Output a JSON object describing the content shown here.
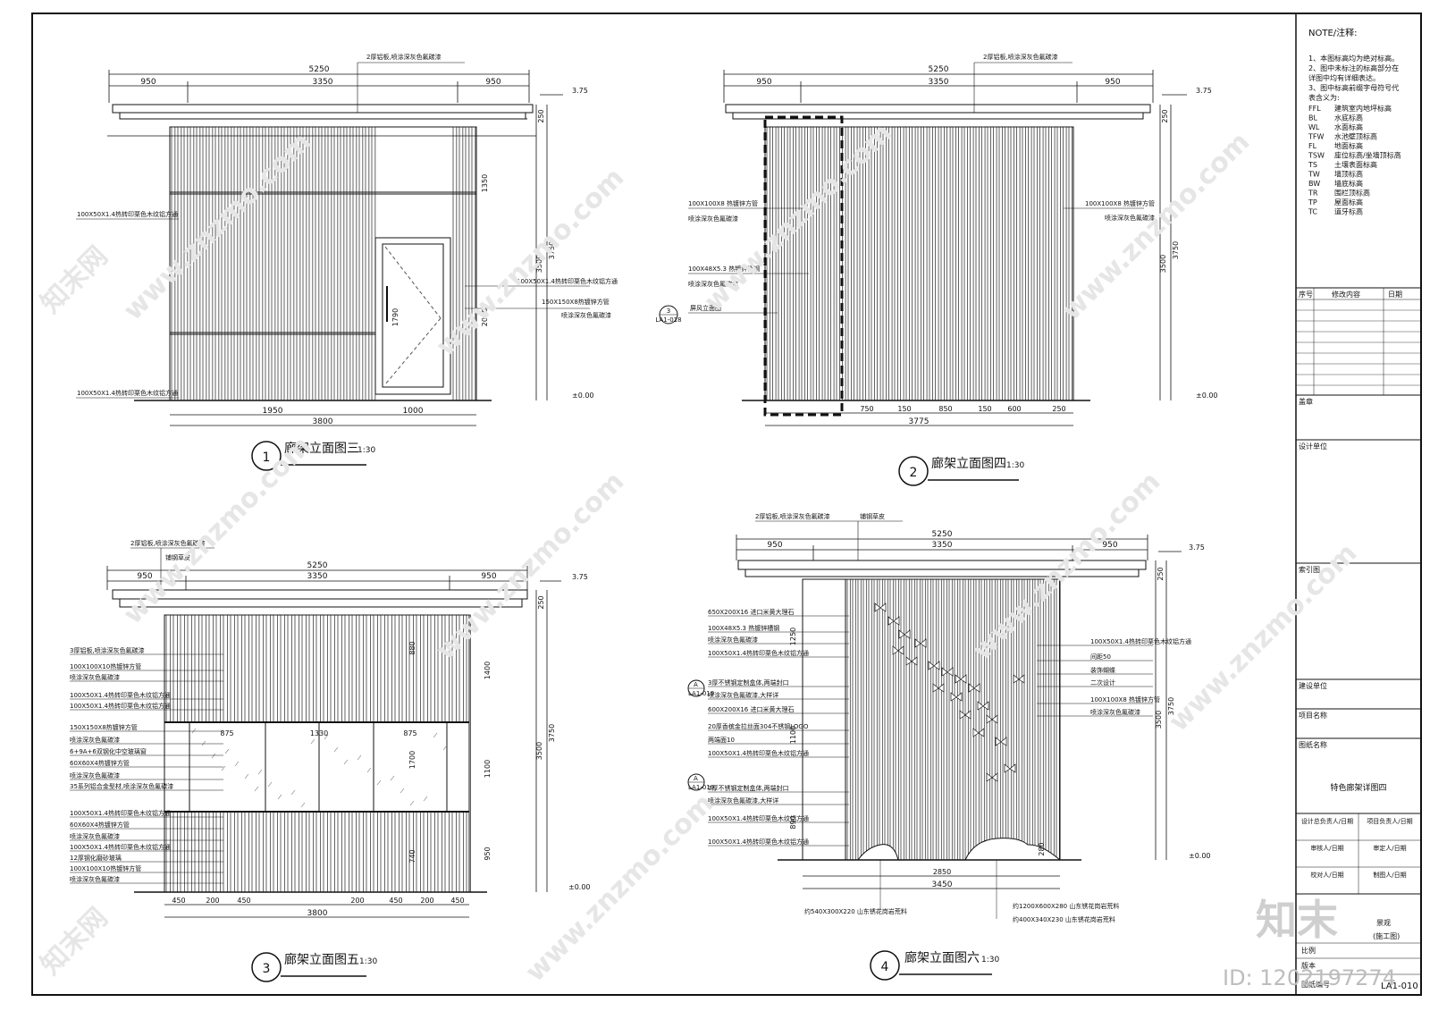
{
  "notes": {
    "heading": "NOTE/注释:",
    "lines": [
      "1、本图标高均为绝对标高。",
      "2、图中未标注的标高部分在",
      "详图中均有详细表达。",
      "3、图中标高前缀字母符号代",
      "表含义为:"
    ],
    "abbreviations": [
      {
        "code": "FFL",
        "desc": "建筑室内地坪标高"
      },
      {
        "code": "BL",
        "desc": "水底标高"
      },
      {
        "code": "WL",
        "desc": "水面标高"
      },
      {
        "code": "TFW",
        "desc": "水池壁顶标高"
      },
      {
        "code": "FL",
        "desc": "地面标高"
      },
      {
        "code": "TSW",
        "desc": "座位标高/坐墙顶标高"
      },
      {
        "code": "TS",
        "desc": "土壤表面标高"
      },
      {
        "code": "TW",
        "desc": "墙顶标高"
      },
      {
        "code": "BW",
        "desc": "墙底标高"
      },
      {
        "code": "TR",
        "desc": "围栏顶标高"
      },
      {
        "code": "TP",
        "desc": "屋面标高"
      },
      {
        "code": "TC",
        "desc": "道牙标高"
      }
    ]
  },
  "titleblock": {
    "rev_no": "序号",
    "rev_content": "修改内容",
    "rev_date": "日期",
    "seal": "盖章",
    "design_unit": "设计单位",
    "key_plan": "索引图",
    "client": "建设单位",
    "project": "项目名称",
    "drawing_name": "图纸名称",
    "drawing_title": "特色廊架详图四",
    "design_director": "设计总负责人/日期",
    "project_leader": "项目负责人/日期",
    "reviewer": "审核人/日期",
    "checker": "审定人/日期",
    "verifier": "校对人/日期",
    "designer": "制图人/日期",
    "discipline": "景观",
    "stage": "(施工图)",
    "scale_label": "比例",
    "version_label": "版本",
    "drawing_no_label": "图纸编号",
    "drawing_no": "LA1-010"
  },
  "views": [
    {
      "number": "1",
      "title": "廊架立面图三",
      "scale": "1:30",
      "dims_top": [
        "5250",
        "950",
        "3350",
        "950"
      ],
      "dims_bottom": [
        "1950",
        "1000",
        "3800"
      ],
      "dims_side": [
        "250",
        "3750",
        "3500",
        "1350",
        "2050",
        "1790"
      ],
      "labels": [
        "2厚铝板,喷涂深灰色氟碳漆",
        "100X50X1.4热转印栗色木纹铝方通",
        "100X50X1.4热转印栗色木纹铝方通",
        "150X150X8热镀锌方管",
        "喷涂深灰色氟碳漆",
        "100X50X1.4热转印栗色木纹铝方通"
      ],
      "levels": [
        "3.75",
        "±0.00"
      ]
    },
    {
      "number": "2",
      "title": "廊架立面图四",
      "scale": "1:30",
      "dims_top": [
        "5250",
        "950",
        "3350",
        "950"
      ],
      "dims_bottom": [
        "750",
        "150",
        "850",
        "150",
        "600",
        "250",
        "3775"
      ],
      "dims_side": [
        "250",
        "3750",
        "3500"
      ],
      "labels": [
        "2厚铝板,喷涂深灰色氟碳漆",
        "100X100X8 热镀锌方管",
        "喷涂深灰色氟碳漆",
        "100X48X5.3 热镀锌槽钢",
        "喷涂深灰色氟碳漆",
        "屏风立面图",
        "100X100X8 热镀锌方管",
        "喷涂深灰色氟碳漆"
      ],
      "levels": [
        "3.75",
        "±0.00"
      ],
      "callout": {
        "num": "3",
        "sheet": "LA1-018"
      }
    },
    {
      "number": "3",
      "title": "廊架立面图五",
      "scale": "1:30",
      "dims_top": [
        "5250",
        "950",
        "3350",
        "950"
      ],
      "dims_bottom": [
        "450",
        "200",
        "450",
        "200",
        "450",
        "200",
        "450",
        "3800"
      ],
      "dims_side": [
        "250",
        "3750",
        "3500",
        "1400",
        "1100",
        "950",
        "875",
        "1330",
        "875",
        "1700",
        "740",
        "880"
      ],
      "labels": [
        "2厚铝板,喷涂深灰色氟碳漆",
        "铺钢草皮",
        "3厚铝板,喷涂深灰色氟碳漆",
        "100X100X10热镀锌方管",
        "喷涂深灰色氟碳漆",
        "100X50X1.4热转印栗色木纹铝方通",
        "100X50X1.4热转印栗色木纹铝方通",
        "150X150X8热镀锌方管",
        "喷涂深灰色氟碳漆",
        "6+9A+6双钢化中空玻璃窗",
        "60X60X4热镀锌方管",
        "喷涂深灰色氟碳漆",
        "35系列铝合金型材,喷涂深灰色氟碳漆",
        "100X50X1.4热转印栗色木纹铝方通",
        "60X60X4热镀锌方管",
        "喷涂深灰色氟碳漆",
        "100X50X1.4热转印栗色木纹铝方通",
        "12厚钢化磨砂玻璃",
        "100X100X10热镀锌方管",
        "喷涂深灰色氟碳漆"
      ],
      "levels": [
        "3.75",
        "±0.00"
      ]
    },
    {
      "number": "4",
      "title": "廊架立面图六",
      "scale": "1:30",
      "dims_top": [
        "5250",
        "950",
        "3350",
        "950"
      ],
      "dims_bottom": [
        "2850",
        "3450"
      ],
      "dims_side": [
        "250",
        "3750",
        "3500",
        "1250",
        "1100",
        "890",
        "280"
      ],
      "labels": [
        "2厚铝板,喷涂深灰色氟碳漆",
        "铺钢草皮",
        "650X200X16 进口米黄大理石",
        "100X48X5.3 热镀锌槽钢",
        "喷涂深灰色氟碳漆",
        "100X50X1.4热转印栗色木纹铝方通",
        "3厚不锈钢定制盒体,两端封口",
        "喷涂深灰色氟碳漆,大样详",
        "600X200X16 进口米黄大理石",
        "20厚香槟金拉丝面304不锈钢LOGO",
        "两端面10",
        "100X50X1.4热转印栗色木纹铝方通",
        "3厚不锈钢定制盒体,两端封口",
        "喷涂深灰色氟碳漆,大样详",
        "100X50X1.4热转印栗色木纹铝方通",
        "100X50X1.4热转印栗色木纹铝方通",
        "100X50X1.4热转印栗色木纹铝方通",
        "间距50",
        "装饰蝴蝶",
        "二次设计",
        "100X100X8 热镀锌方管",
        "喷涂深灰色氟碳漆",
        "约540X300X220 山东锈花岗岩荒料",
        "约1200X600X280 山东锈花岗岩荒料",
        "约400X340X230 山东锈花岗岩荒料"
      ],
      "levels": [
        "3.75",
        "±0.00"
      ],
      "callouts": [
        {
          "num": "A",
          "sheet": "LA1-019"
        },
        {
          "num": "A",
          "sheet": "LA1-019"
        }
      ]
    }
  ],
  "watermark": {
    "site": "www.znzmo.com",
    "brand": "知末",
    "cn": "知末网",
    "id": "ID: 1202197274"
  }
}
